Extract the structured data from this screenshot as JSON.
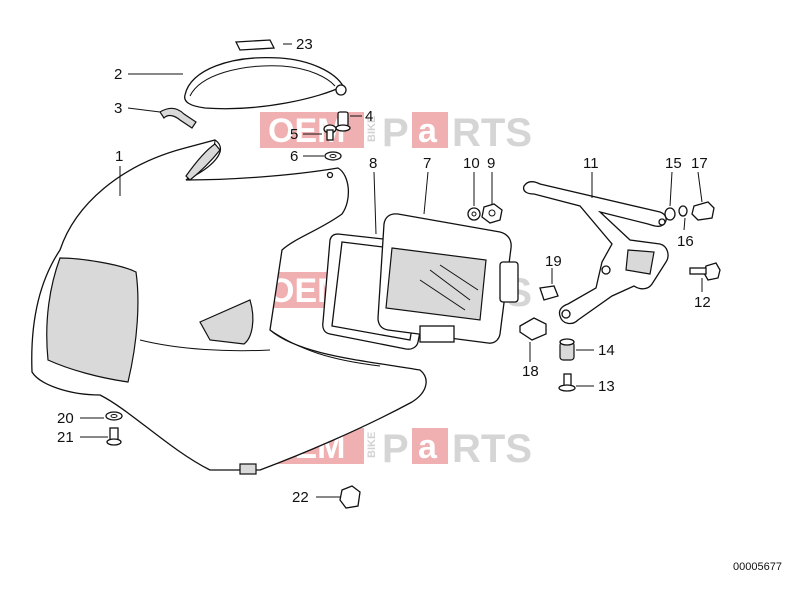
{
  "callouts": [
    {
      "id": "c1",
      "label": "1"
    },
    {
      "id": "c2",
      "label": "2"
    },
    {
      "id": "c3",
      "label": "3"
    },
    {
      "id": "c4",
      "label": "4"
    },
    {
      "id": "c5",
      "label": "5"
    },
    {
      "id": "c6",
      "label": "6"
    },
    {
      "id": "c7",
      "label": "7"
    },
    {
      "id": "c8",
      "label": "8"
    },
    {
      "id": "c9",
      "label": "9"
    },
    {
      "id": "c10",
      "label": "10"
    },
    {
      "id": "c11",
      "label": "11"
    },
    {
      "id": "c12",
      "label": "12"
    },
    {
      "id": "c13",
      "label": "13"
    },
    {
      "id": "c14",
      "label": "14"
    },
    {
      "id": "c15",
      "label": "15"
    },
    {
      "id": "c16",
      "label": "16"
    },
    {
      "id": "c17",
      "label": "17"
    },
    {
      "id": "c18",
      "label": "18"
    },
    {
      "id": "c19",
      "label": "19"
    },
    {
      "id": "c20",
      "label": "20"
    },
    {
      "id": "c21",
      "label": "21"
    },
    {
      "id": "c22",
      "label": "22"
    },
    {
      "id": "c23",
      "label": "23"
    }
  ],
  "watermark": {
    "oem": "OEM",
    "bike": "BIKE",
    "p": "P",
    "a": "a",
    "rts": "RTS"
  },
  "reference_number": "00005677",
  "colors": {
    "watermark_red": "#e36d70",
    "watermark_grey": "#c8c8c8",
    "line": "#111111"
  }
}
